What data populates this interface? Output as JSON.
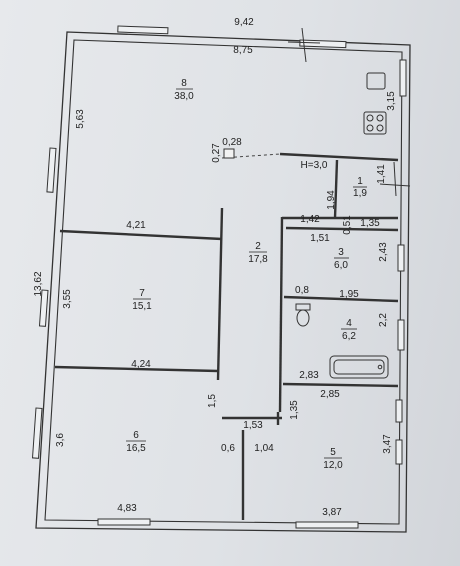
{
  "overall": {
    "top_width": "9,42",
    "left_height": "13,62"
  },
  "rooms": [
    {
      "num": "8",
      "area": "38,0"
    },
    {
      "num": "2",
      "area": "17,8"
    },
    {
      "num": "1",
      "area": "1,9"
    },
    {
      "num": "3",
      "area": "6,0"
    },
    {
      "num": "4",
      "area": "6,2"
    },
    {
      "num": "7",
      "area": "15,1"
    },
    {
      "num": "6",
      "area": "16,5"
    },
    {
      "num": "5",
      "area": "12,0"
    }
  ],
  "dims": {
    "d_8_75": "8,75",
    "d_5_63": "5,63",
    "d_3_15": "3,15",
    "d_0_28": "0,28",
    "d_0_27": "0,27",
    "ceiling": "H=3,0",
    "d_1_41": "1,41",
    "d_1_94": "1,94",
    "d_1_42": "1,42",
    "d_0_51": "0,51",
    "d_1_35a": "1,35",
    "d_1_51": "1,51",
    "d_2_43": "2,43",
    "d_4_21": "4,21",
    "d_3_55": "3,55",
    "d_0_8": "0,8",
    "d_1_95": "1,95",
    "d_2_2": "2,2",
    "d_4_24": "4,24",
    "d_2_83": "2,83",
    "d_2_85": "2,85",
    "d_1_5": "1,5",
    "d_1_35b": "1,35",
    "d_1_53": "1,53",
    "d_3_6": "3,6",
    "d_0_6": "0,6",
    "d_1_04": "1,04",
    "d_3_47": "3,47",
    "d_4_83": "4,83",
    "d_3_87": "3,87"
  }
}
